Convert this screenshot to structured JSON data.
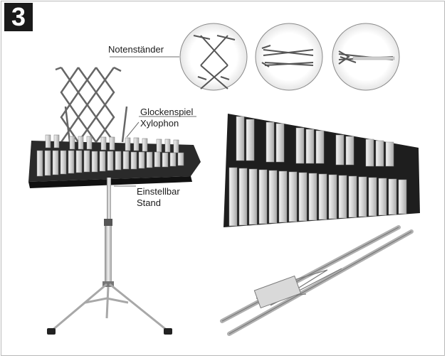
{
  "step": {
    "number": "3"
  },
  "labels": {
    "music_stand": "Notenständer",
    "glockenspiel": "Glockenspiel",
    "xylophone": "Xylophon",
    "adjustable": "Einstellbar",
    "stand": "Stand"
  },
  "icons": {
    "stand_open": "music-stand-open-icon",
    "stand_half": "music-stand-half-folded-icon",
    "stand_closed": "music-stand-folded-icon"
  },
  "colors": {
    "badge": "#1a1a1a",
    "bars": "#d9d9d9",
    "frame": "#2a2a2a",
    "chrome": "#bfbfbf",
    "callout_line": "#6f6f6f"
  }
}
